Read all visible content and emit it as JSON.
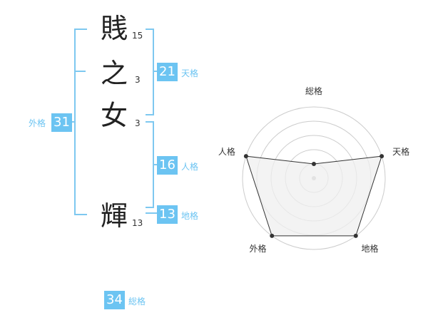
{
  "name": {
    "chars": [
      {
        "kanji": "賎",
        "strokes": "15"
      },
      {
        "kanji": "之",
        "strokes": "3"
      },
      {
        "kanji": "女",
        "strokes": "3"
      },
      {
        "kanji": "輝",
        "strokes": "13"
      }
    ]
  },
  "fortune": {
    "tenkaku": {
      "value": "21",
      "label": "天格"
    },
    "jinkaku": {
      "value": "16",
      "label": "人格"
    },
    "chikaku": {
      "value": "13",
      "label": "地格"
    },
    "gaikaku": {
      "value": "31",
      "label": "外格"
    },
    "soukaku": {
      "value": "34",
      "label": "総格"
    }
  },
  "chart_data": {
    "type": "radar",
    "axes": [
      "総格",
      "天格",
      "地格",
      "外格",
      "人格"
    ],
    "values": [
      0.2,
      1.0,
      1.0,
      1.0,
      1.0
    ],
    "rings": 5,
    "grid": true,
    "colors": {
      "fill": "#efefef",
      "stroke": "#333333",
      "grid": "#cccccc",
      "center": "#bbbbbb"
    }
  }
}
